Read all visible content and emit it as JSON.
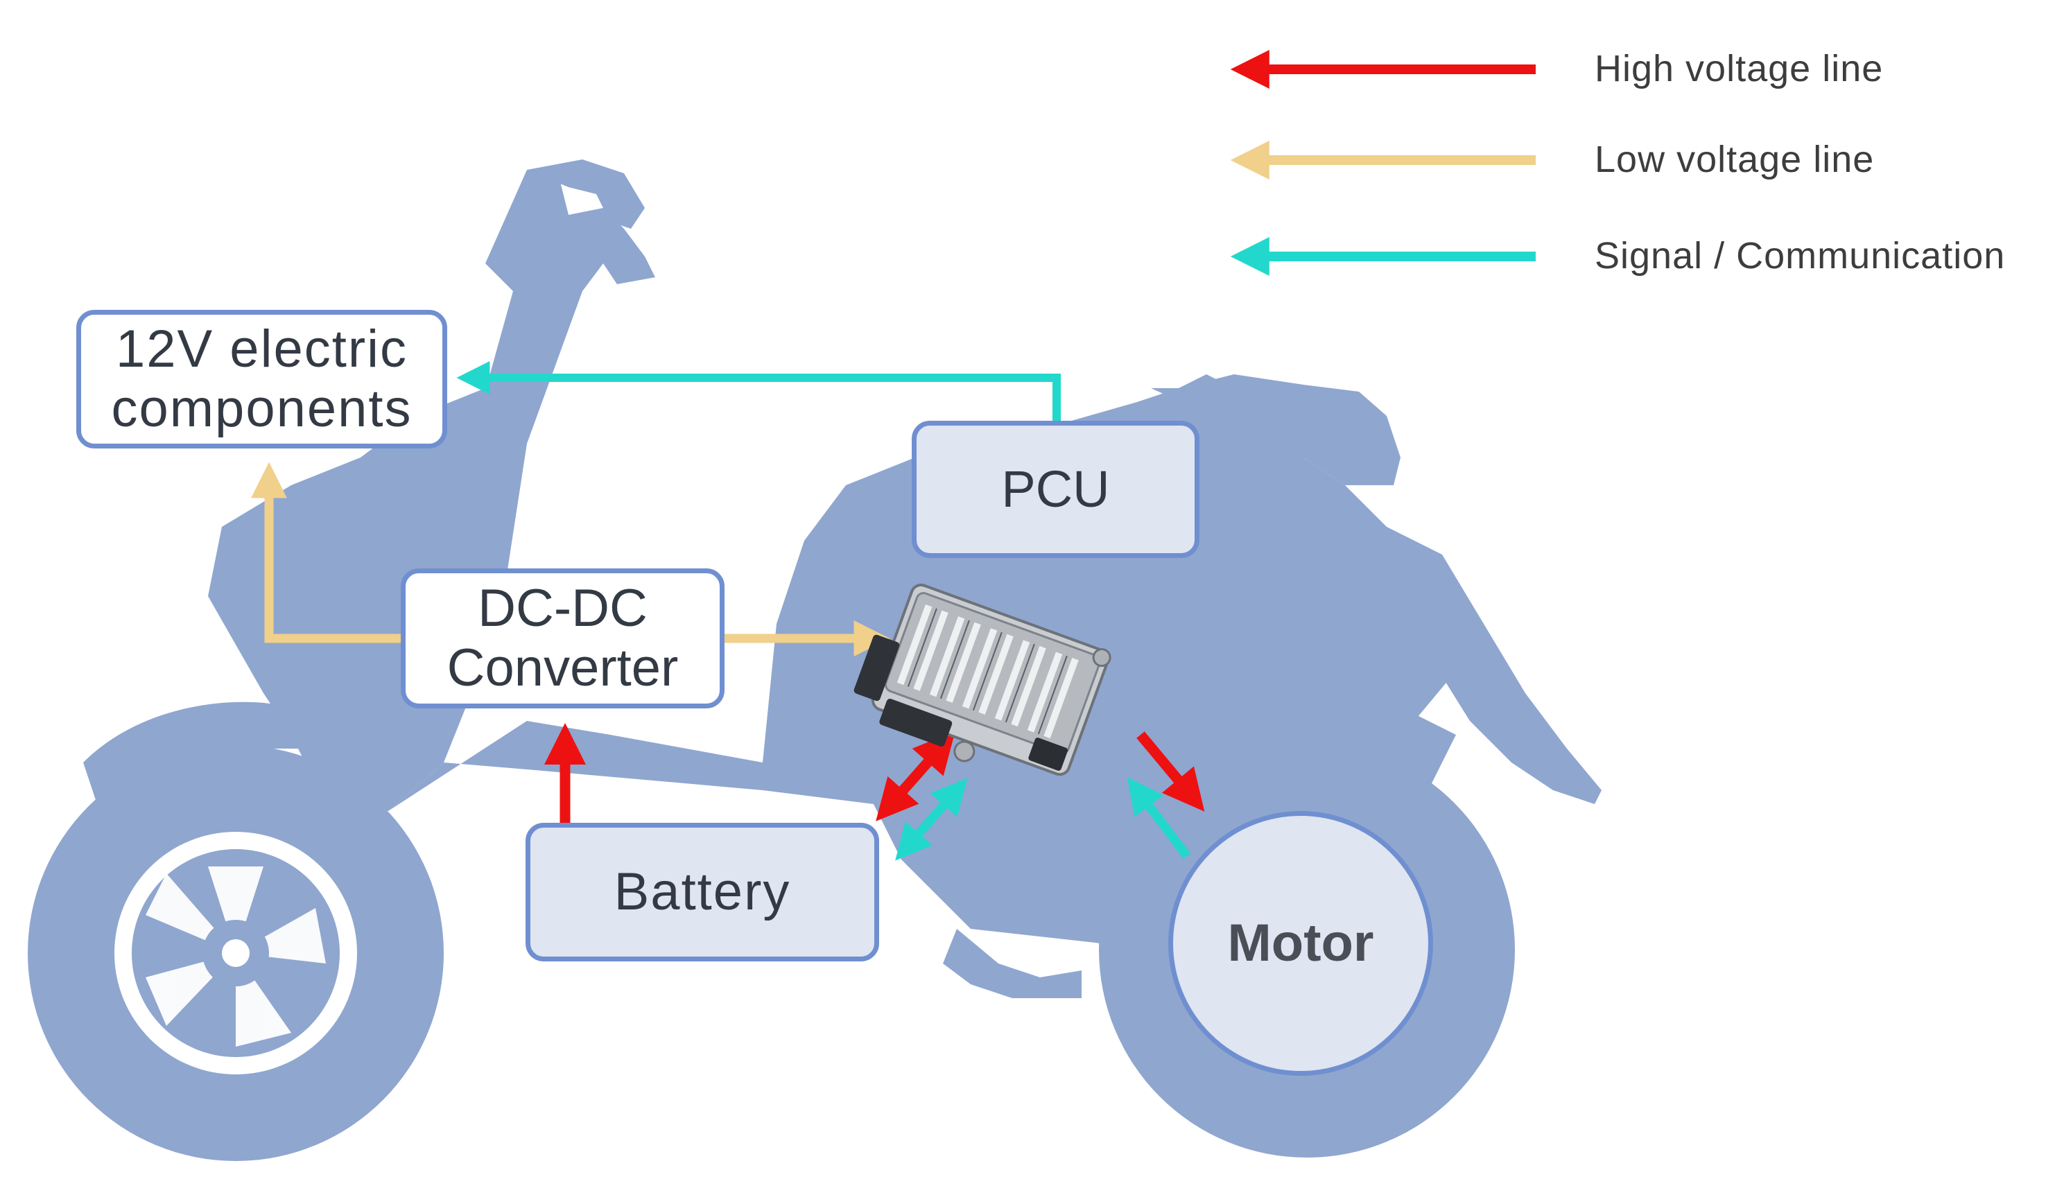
{
  "legend": [
    {
      "label": "High voltage line",
      "color": "#ee1111"
    },
    {
      "label": "Low voltage line",
      "color": "#f0d08a"
    },
    {
      "label": "Signal / Communication",
      "color": "#22d8cc"
    }
  ],
  "nodes": {
    "components": {
      "line1": "12V electric",
      "line2": "components"
    },
    "pcu": {
      "label": "PCU"
    },
    "dcdc": {
      "line1": "DC-DC",
      "line2": "Converter"
    },
    "battery": {
      "label": "Battery"
    },
    "motor": {
      "label": "Motor"
    }
  },
  "colors": {
    "scooter_silhouette": "#8fa6cf",
    "box_border": "#6f8fd0",
    "box_fill": "#dfe5f1",
    "high_voltage": "#ee1111",
    "low_voltage": "#f0d08a",
    "signal": "#22d8cc"
  },
  "icons": {
    "controller": "pcu-controller-icon",
    "scooter": "scooter-silhouette"
  }
}
